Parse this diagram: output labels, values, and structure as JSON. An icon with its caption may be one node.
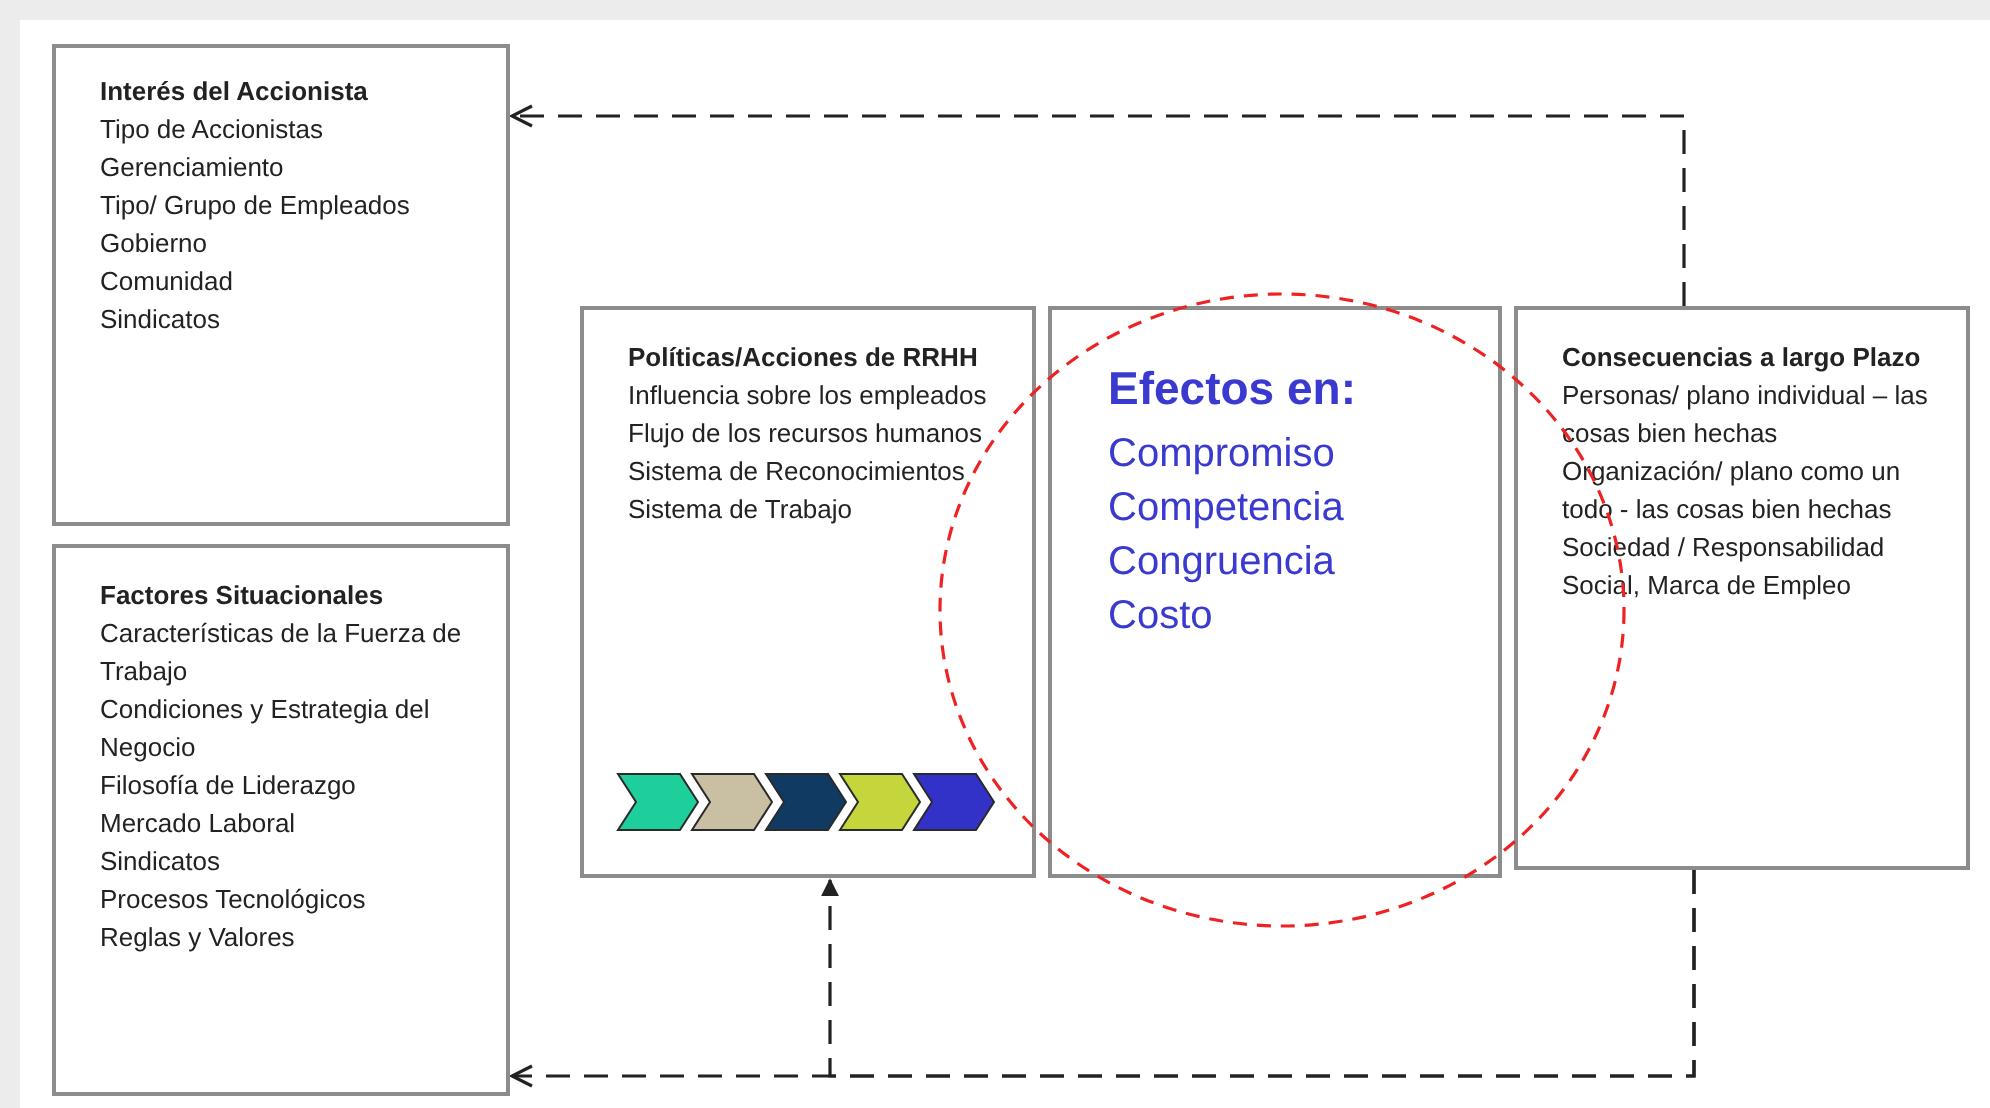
{
  "diagram": {
    "nodes": [
      {
        "text": [
          "Interés del Accionista",
          "Tipo de Accionistas",
          "Gerenciamiento",
          "Tipo/ Grupo de Empleados",
          "Gobierno",
          "Comunidad",
          "Sindicatos"
        ]
      },
      {
        "text": [
          "Factores Situacionales",
          "Características de la Fuerza de Trabajo",
          "Condiciones y Estrategia del Negocio",
          "Filosofía de Liderazgo",
          "Mercado Laboral",
          "Sindicatos",
          "Procesos Tecnológicos",
          "Reglas y Valores"
        ]
      },
      {
        "text": [
          "Políticas/Acciones de RRHH",
          "Influencia sobre los empleados",
          "Flujo de los recursos humanos",
          "Sistema de Reconocimientos",
          "Sistema de Trabajo"
        ]
      },
      {
        "text": [
          "Efectos en:",
          "Compromiso",
          "Competencia",
          "Congruencia",
          "Costo"
        ]
      },
      {
        "text": [
          "Consecuencias a largo Plazo",
          "Personas/ plano individual – las cosas bien hechas",
          "Organización/ plano como un todo - las cosas bien hechas",
          "Sociedad / Responsabilidad Social, Marca de Empleo"
        ]
      }
    ],
    "edges": [
      {
        "from": 4,
        "to": 0,
        "arrow": "to",
        "style": "dashed"
      },
      {
        "from": 4,
        "to": 1,
        "arrow": "to",
        "style": "dashed"
      },
      {
        "from": 4,
        "to": 2,
        "arrow": "to",
        "style": "dashed"
      }
    ]
  }
}
